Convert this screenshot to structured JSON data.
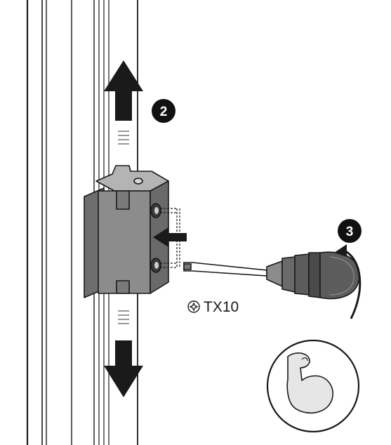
{
  "steps": {
    "step2": {
      "number": "2"
    },
    "step3": {
      "number": "3"
    }
  },
  "tool": {
    "bit_label": "TX10",
    "bit_icon": "torx-icon"
  },
  "strength": {
    "icon": "flexed-arm-icon"
  },
  "colors": {
    "line": "#1a1a1a",
    "part_fill": "#8c8c8c",
    "part_light": "#b4b4b4",
    "part_dark": "#5c5c5c",
    "arrow": "#1a1a1a",
    "badge": "#111111",
    "muscle": "#e6e6e6"
  }
}
